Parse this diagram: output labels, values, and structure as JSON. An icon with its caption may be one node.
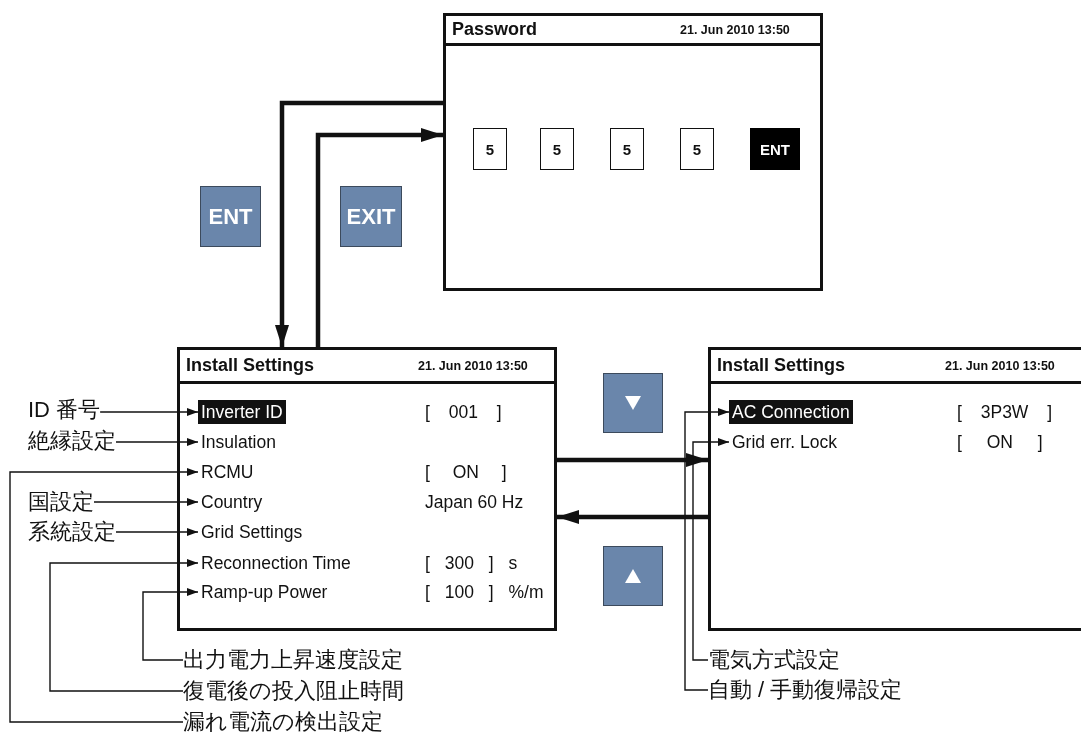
{
  "diagram": {
    "nodes": [
      {
        "text": [
          "Password",
          "21. Jun 2010 13:50"
        ]
      },
      {
        "text": [
          "5"
        ],
        "in": 0
      },
      {
        "text": [
          "5"
        ],
        "in": 0
      },
      {
        "text": [
          "5"
        ],
        "in": 0
      },
      {
        "text": [
          "5"
        ],
        "in": 0
      },
      {
        "text": [
          "ENT"
        ],
        "in": 0
      },
      {
        "text": [
          "ENT"
        ]
      },
      {
        "text": [
          "EXIT"
        ]
      },
      {
        "text": [
          "Install Settings",
          "21. Jun 2010 13:50"
        ]
      },
      {
        "text": [
          "Inverter ID"
        ],
        "in": 8
      },
      {
        "text": [
          "Insulation"
        ],
        "in": 8
      },
      {
        "text": [
          "RCMU"
        ],
        "in": 8
      },
      {
        "text": [
          "Country"
        ],
        "in": 8
      },
      {
        "text": [
          "Grid Settings"
        ],
        "in": 8
      },
      {
        "text": [
          "Reconnection Time"
        ],
        "in": 8
      },
      {
        "text": [
          "Ramp-up Power"
        ],
        "in": 8
      },
      {
        "text": [],
        "shape": "box"
      },
      {
        "text": [],
        "shape": "box"
      },
      {
        "text": [
          "Install Settings",
          "21. Jun 2010 13:50"
        ]
      },
      {
        "text": [
          "AC Connection"
        ],
        "in": 18
      },
      {
        "text": [
          "Grid err. Lock"
        ],
        "in": 18
      },
      {
        "text": [
          "ID 番号"
        ]
      },
      {
        "text": [
          "絶縁設定"
        ]
      },
      {
        "text": [
          "国設定"
        ]
      },
      {
        "text": [
          "系統設定"
        ]
      },
      {
        "text": [
          "出力電力上昇速度設定"
        ]
      },
      {
        "text": [
          "復電後の投入阻止時間"
        ]
      },
      {
        "text": [
          "漏れ電流の検出設定"
        ]
      },
      {
        "text": [
          "電気方式設定"
        ]
      },
      {
        "text": [
          "自動 / 手動復帰設定"
        ]
      }
    ],
    "edges": [
      {
        "from": 0,
        "to": 8,
        "arrow": "to",
        "style": "thick"
      },
      {
        "from": 8,
        "to": 0,
        "arrow": "to",
        "style": "thick"
      },
      {
        "from": 8,
        "to": 18,
        "arrow": "to",
        "style": "thick"
      },
      {
        "from": 18,
        "to": 8,
        "arrow": "to",
        "style": "thick"
      },
      {
        "from": 21,
        "to": 9,
        "arrow": "to"
      },
      {
        "from": 22,
        "to": 10,
        "arrow": "to"
      },
      {
        "from": 27,
        "to": 11,
        "arrow": "to"
      },
      {
        "from": 23,
        "to": 12,
        "arrow": "to"
      },
      {
        "from": 24,
        "to": 13,
        "arrow": "to"
      },
      {
        "from": 26,
        "to": 14,
        "arrow": "to"
      },
      {
        "from": 25,
        "to": 15,
        "arrow": "to"
      },
      {
        "from": 29,
        "to": 19,
        "arrow": "to"
      },
      {
        "from": 28,
        "to": 20,
        "arrow": "to"
      }
    ],
    "labels": [
      "[ 001 ]",
      "[ 3P3W ]",
      "[ ON ]",
      "[ ON ]",
      "Japan 60 Hz",
      "[ 300 ] s",
      "[ 100 ] %/m"
    ]
  }
}
